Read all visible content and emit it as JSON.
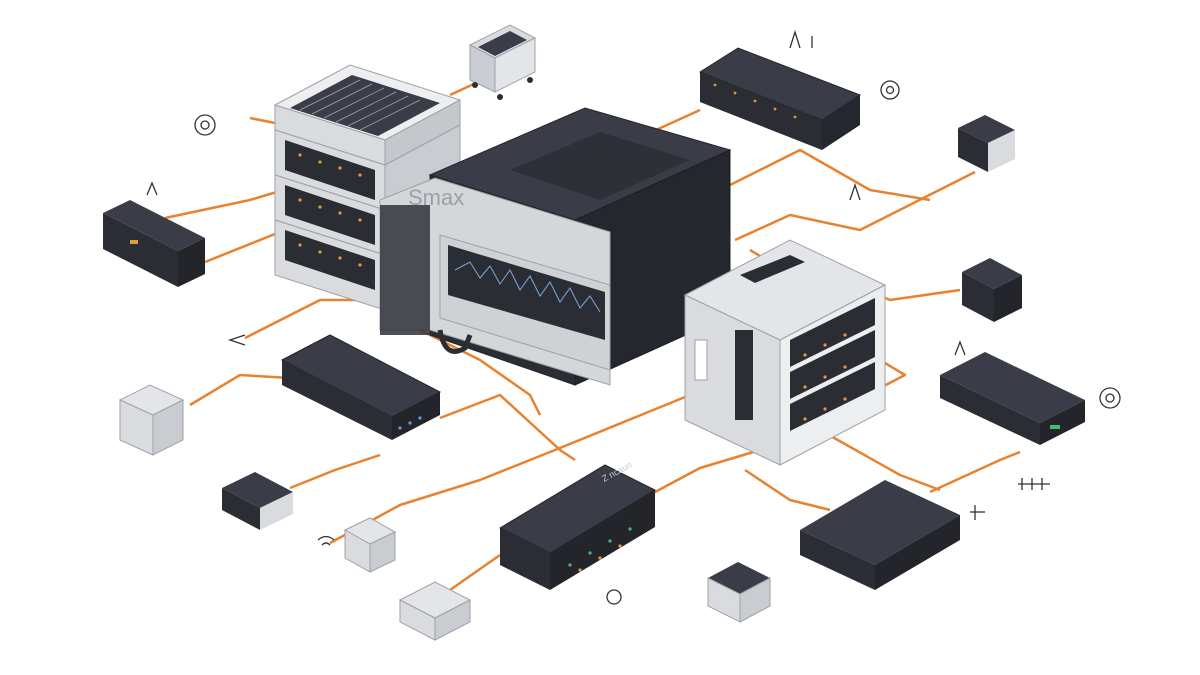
{
  "image": {
    "background": "#ffffff",
    "description_label": ""
  },
  "colors": {
    "cable": "#e8822e",
    "dark_device": "#2b2d35",
    "dark_device_top": "#3a3d47",
    "silver": "#d9dbde",
    "silver_dark": "#b9bcc1",
    "led_amber": "#e09a3a",
    "led_green": "#3fbf6a",
    "sketch": "#333333"
  },
  "labels": {
    "main_server_brand": "Smax",
    "switch_brand": "Z ncaun"
  },
  "devices": [
    {
      "name": "central-server",
      "icon": "server-tower-icon"
    },
    {
      "name": "left-rack-stack",
      "icon": "rack-server-icon"
    },
    {
      "name": "right-silver-rack",
      "icon": "rack-cabinet-icon"
    },
    {
      "name": "top-right-patch-panel",
      "icon": "patch-panel-icon"
    },
    {
      "name": "left-black-box",
      "icon": "network-appliance-icon"
    },
    {
      "name": "center-left-switch",
      "icon": "network-switch-icon"
    },
    {
      "name": "bottom-center-switch",
      "icon": "network-switch-icon"
    },
    {
      "name": "right-flat-router",
      "icon": "router-icon"
    },
    {
      "name": "bottom-right-router",
      "icon": "router-icon"
    },
    {
      "name": "small-cart-server",
      "icon": "server-cart-icon"
    },
    {
      "name": "small-chip-modules",
      "icon": "chip-module-icon"
    }
  ]
}
